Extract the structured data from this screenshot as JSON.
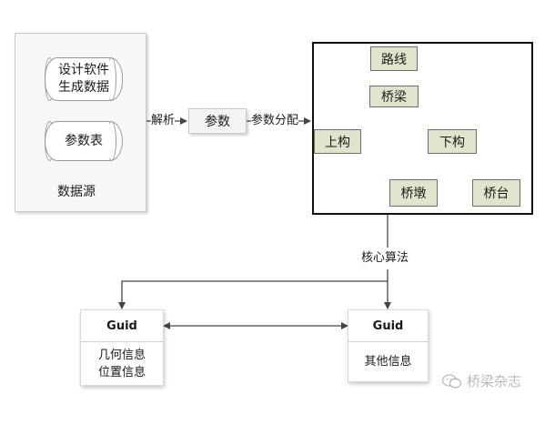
{
  "data_source": {
    "item1_line1": "设计软件",
    "item1_line2": "生成数据",
    "item2": "参数表",
    "label": "数据源"
  },
  "flow": {
    "parse_label": "解析",
    "param_box": "参数",
    "dispatch_label": "参数分配",
    "core_label": "核心算法"
  },
  "structure": {
    "route": "路线",
    "bridge": "桥梁",
    "superstructure": "上构",
    "substructure": "下构",
    "pier": "桥墩",
    "abutment": "桥台"
  },
  "guid_left": {
    "title": "Guid",
    "line1": "几何信息",
    "line2": "位置信息"
  },
  "guid_right": {
    "title": "Guid",
    "line1": "其他信息"
  },
  "watermark": {
    "text": "桥梁杂志",
    "icon": "wechat-icon"
  },
  "colors": {
    "node_fill": "#dfe4cd",
    "panel_border": "#111111",
    "arrow": "#444444"
  }
}
